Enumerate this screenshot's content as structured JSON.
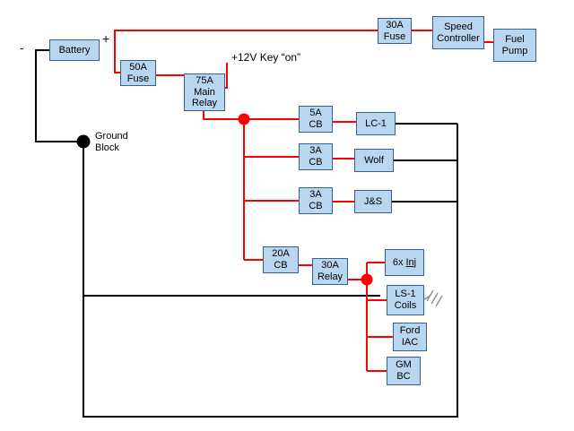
{
  "colors": {
    "background": "#ffffff",
    "wire_power": "#ff0000",
    "wire_ground": "#000000",
    "node_fill": "#b9d6f1",
    "node_border": "#38618f"
  },
  "nodes": {
    "battery": {
      "label": "Battery"
    },
    "fuse50": {
      "label": "50A\nFuse"
    },
    "main_relay": {
      "label": "75A\nMain\nRelay"
    },
    "fuse30": {
      "label": "30A\nFuse"
    },
    "speed_controller": {
      "label": "Speed\nController"
    },
    "fuel_pump": {
      "label": "Fuel\nPump"
    },
    "cb5": {
      "label": "5A\nCB"
    },
    "lc1": {
      "label": "LC-1"
    },
    "cb3_1": {
      "label": "3A\nCB"
    },
    "wolf": {
      "label": "Wolf"
    },
    "cb3_2": {
      "label": "3A\nCB"
    },
    "js": {
      "label": "J&S"
    },
    "cb20": {
      "label": "20A\nCB"
    },
    "relay30": {
      "label": "30A\nRelay"
    },
    "injectors": {
      "prefix": "6x",
      "word": "Inj"
    },
    "ls1_coils": {
      "label": "LS-1\nCoils"
    },
    "ford_iac": {
      "label": "Ford\nIAC"
    },
    "gm_bc": {
      "label": "GM\nBC"
    }
  },
  "annotations": {
    "plus": "+",
    "minus": "-",
    "key_on": "+12V Key “on”",
    "ground_block": "Ground\nBlock"
  }
}
